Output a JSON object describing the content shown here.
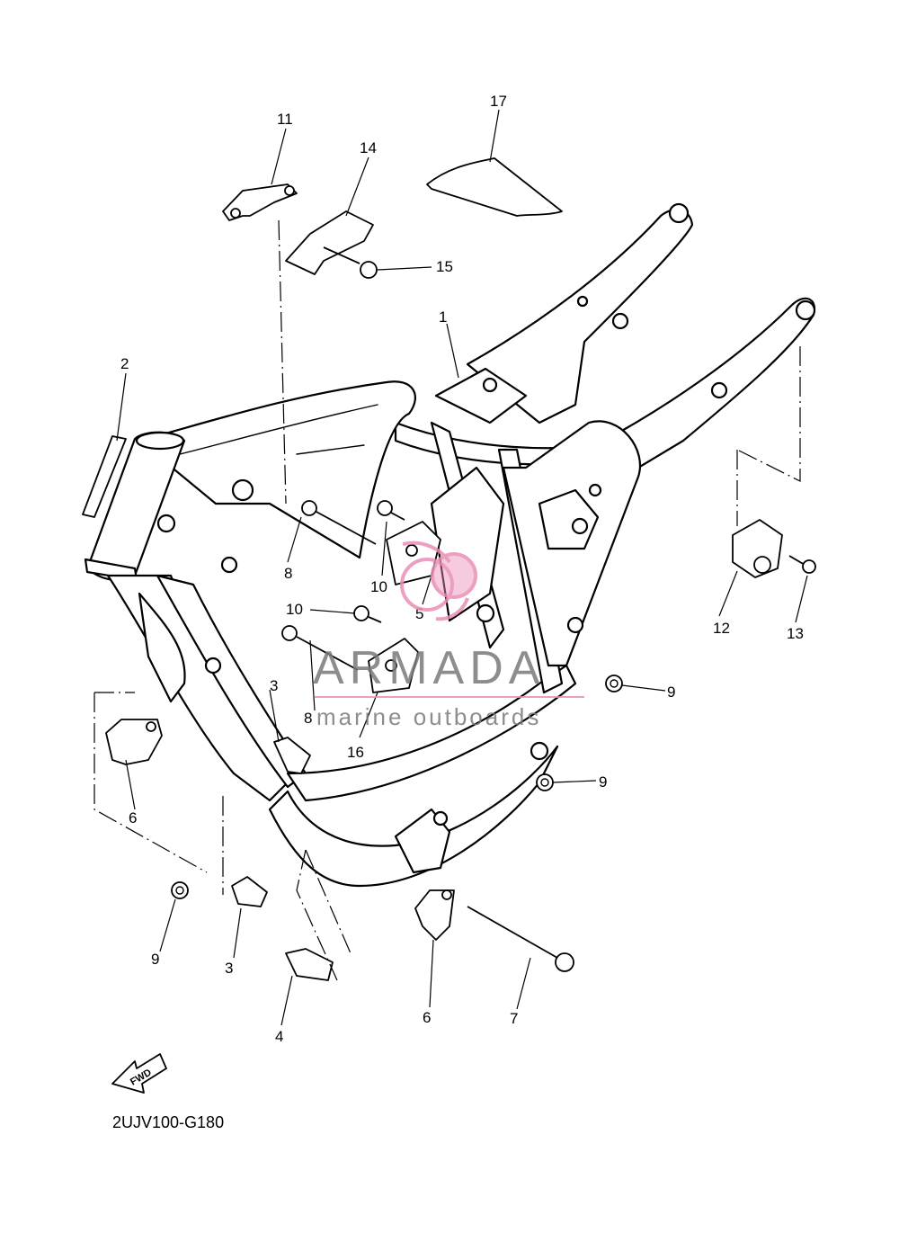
{
  "diagram_code": "2UJV100-G180",
  "fwd_label": "FWD",
  "watermark": {
    "brand": "ARMADA",
    "tagline": "marine outboards",
    "brand_color": "#e98fb6",
    "text_color": "#7a7a7a"
  },
  "callouts": {
    "c1": "1",
    "c2": "2",
    "c3a": "3",
    "c3b": "3",
    "c4": "4",
    "c5": "5",
    "c6a": "6",
    "c6b": "6",
    "c7": "7",
    "c8a": "8",
    "c8b": "8",
    "c9a": "9",
    "c9b": "9",
    "c9c": "9",
    "c10a": "10",
    "c10b": "10",
    "c11": "11",
    "c12": "12",
    "c13": "13",
    "c14": "14",
    "c15": "15",
    "c16": "16",
    "c17": "17"
  }
}
